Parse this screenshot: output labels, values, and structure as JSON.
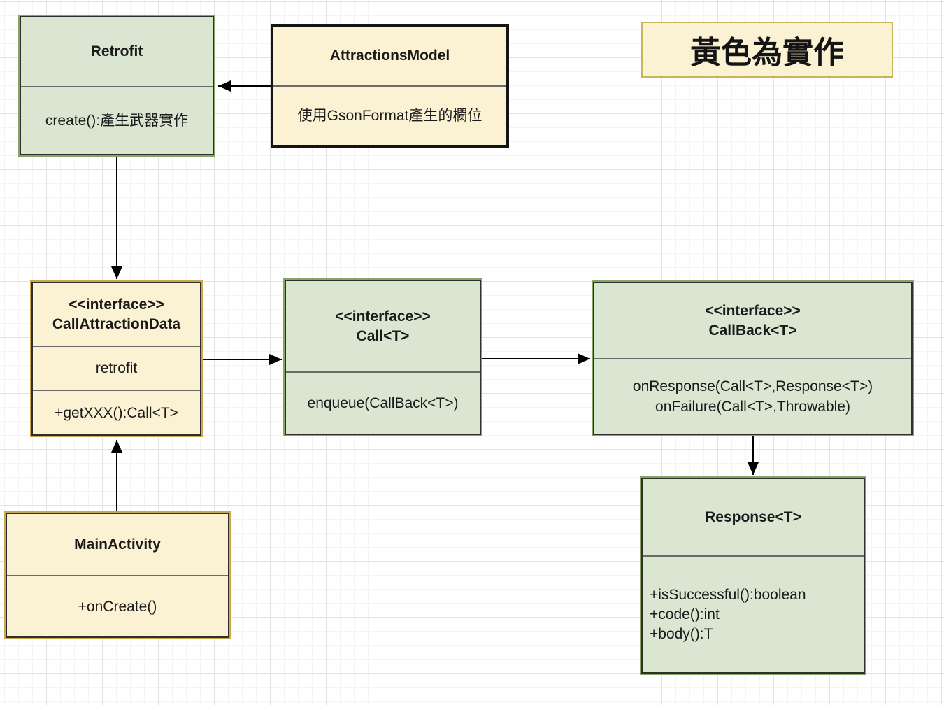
{
  "diagram": {
    "legend": "黃色為實作",
    "nodes": {
      "retrofit": {
        "title": "Retrofit",
        "method": "create():產生武器實作"
      },
      "attractions_model": {
        "title": "AttractionsModel",
        "body": "使用GsonFormat產生的欄位"
      },
      "call_attraction_data": {
        "stereotype": "<<interface>>",
        "name": "CallAttractionData",
        "attribute": "retrofit",
        "method": "+getXXX():Call<T>"
      },
      "call": {
        "stereotype": "<<interface>>",
        "name": "Call<T>",
        "method": "enqueue(CallBack<T>)"
      },
      "callback": {
        "stereotype": "<<interface>>",
        "name": "CallBack<T>",
        "methods": [
          "onResponse(Call<T>,Response<T>)",
          "onFailure(Call<T>,Throwable)"
        ]
      },
      "main_activity": {
        "title": "MainActivity",
        "method": "+onCreate()"
      },
      "response": {
        "title": "Response<T>",
        "methods": [
          "+isSuccessful():boolean",
          "+code():int",
          "+body():T"
        ]
      }
    },
    "colors": {
      "implementation_fill": "#fbf1d3",
      "implementation_border": "#c9a94f",
      "library_fill": "#dae6d2",
      "library_border": "#85a660",
      "connector": "#000000",
      "divider": "#6b6b6b"
    }
  }
}
